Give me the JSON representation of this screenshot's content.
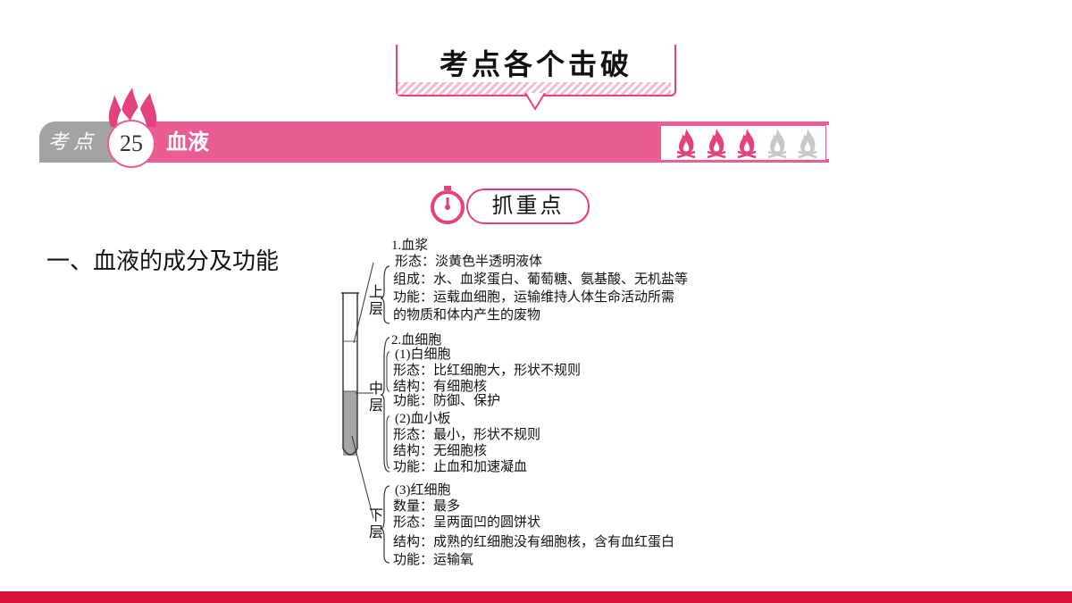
{
  "header": {
    "title": "考点各个击破"
  },
  "banner": {
    "tab_label": "考点",
    "number": "25",
    "topic": "血液",
    "difficulty": {
      "filled": 3,
      "total": 5,
      "filled_color": "#e3427f",
      "empty_color": "#c8c8c8"
    }
  },
  "key_points": {
    "label": "抓重点",
    "icon": "stopwatch-icon"
  },
  "section": {
    "heading": "一、血液的成分及功能"
  },
  "diagram": {
    "layers": [
      "上层",
      "中层",
      "下层"
    ],
    "lines": [
      "1.血浆",
      "形态：淡黄色半透明液体",
      "组成：水、血浆蛋白、葡萄糖、氨基酸、无机盐等",
      "功能：运载血细胞，运输维持人体生命活动所需",
      "的物质和体内产生的废物",
      "2.血细胞",
      "(1)白细胞",
      "形态：比红细胞大，形状不规则",
      "结构：有细胞核",
      "功能：防御、保护",
      "(2)血小板",
      "形态：最小，形状不规则",
      "结构：无细胞核",
      "功能：止血和加速凝血",
      "(3)红细胞",
      "数量：最多",
      "形态：呈两面凹的圆饼状",
      "结构：成熟的红细胞没有细胞核，含有血红蛋白",
      "功能：运输氧"
    ]
  },
  "colors": {
    "accent_pink": "#ea5d93",
    "deep_pink": "#e3427f",
    "bottom_bar": "#d8133a",
    "tab_gray": "#a3a3a3"
  }
}
